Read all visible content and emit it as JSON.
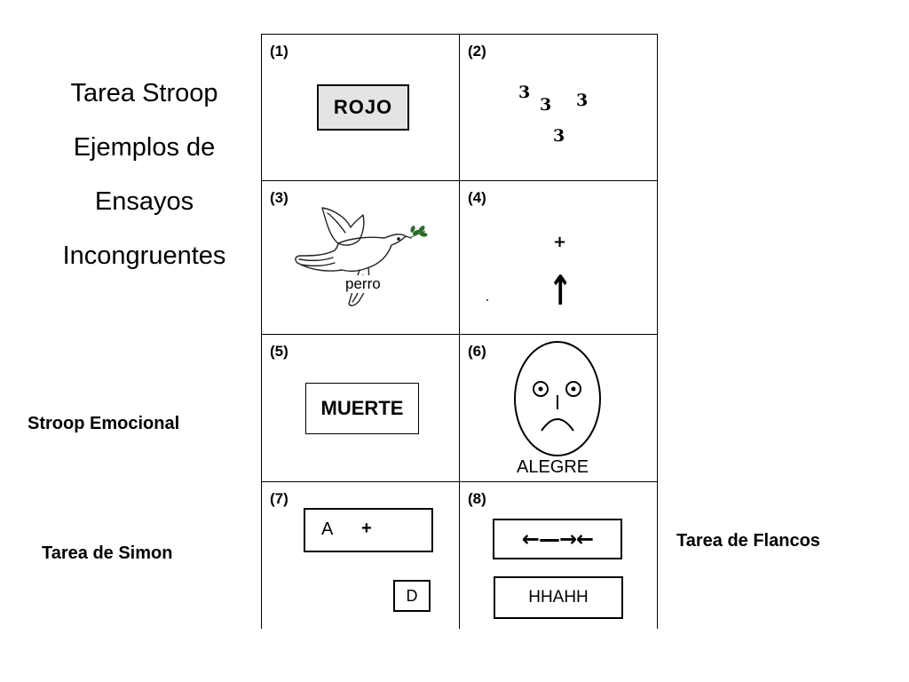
{
  "title_lines": [
    "Tarea Stroop",
    "Ejemplos de",
    "Ensayos",
    "Incongruentes"
  ],
  "labels": {
    "emocional": "Stroop Emocional",
    "simon": "Tarea de Simon",
    "flancos": "Tarea de Flancos"
  },
  "cells": {
    "c1": {
      "number": "(1)",
      "word": "ROJO",
      "box_color": "#e4e4e4"
    },
    "c2": {
      "number": "(2)",
      "digits": [
        "3",
        "3",
        "3",
        "3"
      ]
    },
    "c3": {
      "number": "(3)",
      "word": "perro",
      "icon": "dove-icon"
    },
    "c4": {
      "number": "(4)",
      "fixation": "+",
      "arrow": "↑"
    },
    "c5": {
      "number": "(5)",
      "word": "MUERTE"
    },
    "c6": {
      "number": "(6)",
      "word": "ALEGRE",
      "icon": "sad-face-icon"
    },
    "c7": {
      "number": "(7)",
      "stimulus_letter": "A",
      "fixation": "+",
      "target_letter": "D"
    },
    "c8": {
      "number": "(8)",
      "arrows": "←—→←",
      "letters": "HHAHH"
    }
  }
}
